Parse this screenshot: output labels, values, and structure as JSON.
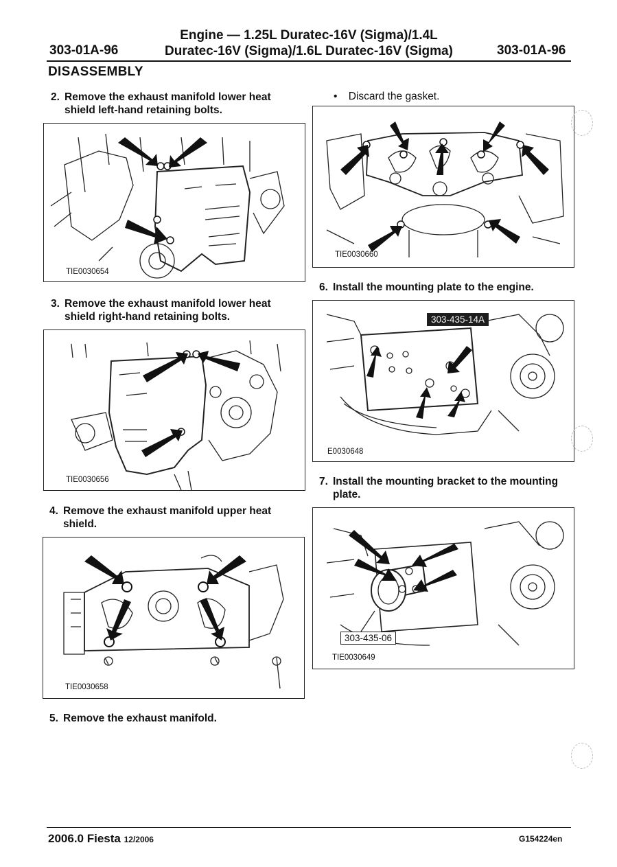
{
  "header": {
    "code_left": "303-01A-96",
    "code_right": "303-01A-96",
    "title_line1": "Engine — 1.25L Duratec-16V (Sigma)/1.4L",
    "title_line2": "Duratec-16V (Sigma)/1.6L Duratec-16V (Sigma)"
  },
  "section_title": "DISASSEMBLY",
  "steps": [
    {
      "num": "2.",
      "text": "Remove the exhaust manifold lower heat shield left-hand retaining bolts.",
      "figure_id": "TIE0030654"
    },
    {
      "num": "3.",
      "text": "Remove the exhaust manifold lower heat shield right-hand retaining bolts.",
      "figure_id": "TIE0030656"
    },
    {
      "num": "4.",
      "text": "Remove the exhaust manifold upper heat shield.",
      "figure_id": "TIE0030658"
    },
    {
      "num": "5.",
      "text": "Remove the exhaust manifold."
    },
    {
      "num": "6.",
      "text": "Install the mounting plate to the engine.",
      "figure_id": "E0030648",
      "tool_label": "303-435-14A"
    },
    {
      "num": "7.",
      "text": "Install the mounting bracket to the mounting plate.",
      "figure_id": "TIE0030649",
      "tool_label": "303-435-06"
    }
  ],
  "bullet": {
    "symbol": "•",
    "text": "Discard the gasket.",
    "figure_id": "TIE0030660"
  },
  "footer": {
    "model": "2006.0 Fiesta",
    "date": "12/2006",
    "doc_code": "G154224en"
  }
}
